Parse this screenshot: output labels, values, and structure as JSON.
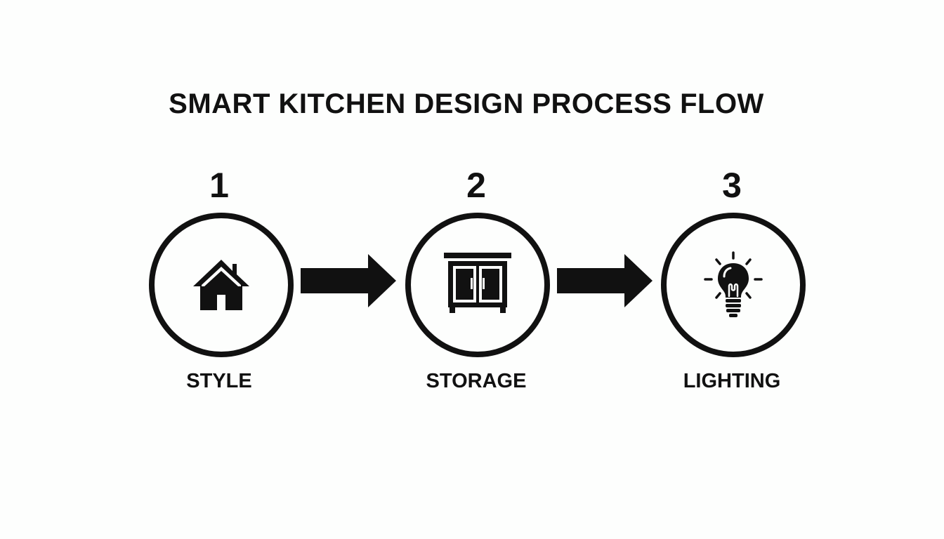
{
  "diagram": {
    "title": "SMART KITCHEN DESIGN PROCESS FLOW",
    "steps": [
      {
        "number": "1",
        "label": "STYLE",
        "icon": "house-icon"
      },
      {
        "number": "2",
        "label": "STORAGE",
        "icon": "cabinet-icon"
      },
      {
        "number": "3",
        "label": "LIGHTING",
        "icon": "lightbulb-icon"
      }
    ],
    "colors": {
      "ink": "#111111",
      "background": "#fdfefd"
    }
  }
}
